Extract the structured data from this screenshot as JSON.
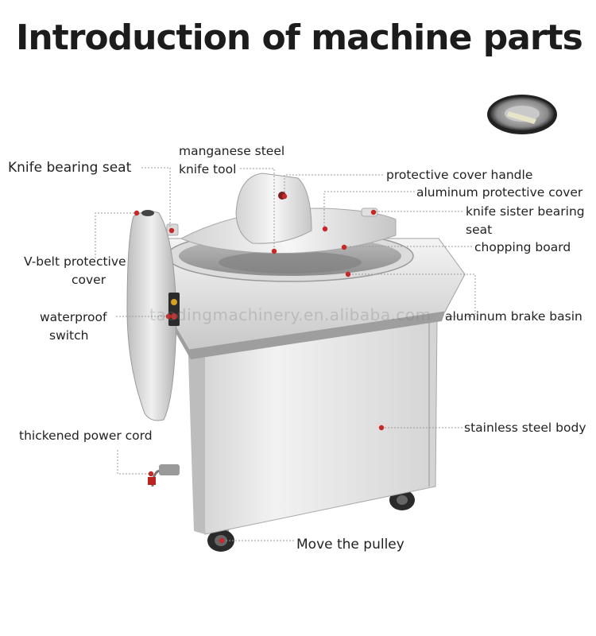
{
  "title": "Introduction of machine parts",
  "watermark": "taodingmachinery.en.alibaba.com",
  "colors": {
    "marker": "#c62828",
    "leader": "#9a9a9a",
    "steel_light": "#e9e9e9",
    "steel_dark": "#a9a9a9"
  },
  "labels": {
    "knife_bearing_seat": "Knife bearing seat",
    "manganese_steel_knife_tool_1": "manganese steel",
    "manganese_steel_knife_tool_2": "knife tool",
    "protective_cover_handle": "protective cover handle",
    "aluminum_protective_cover": "aluminum protective cover",
    "knife_sister_bearing_seat_1": "knife sister bearing",
    "knife_sister_bearing_seat_2": "seat",
    "chopping_board": "chopping board",
    "v_belt_protective_cover_1": "V-belt protective",
    "v_belt_protective_cover_2": "cover",
    "waterproof_switch_1": "waterproof",
    "waterproof_switch_2": "switch",
    "aluminum_brake_basin": "aluminum brake basin",
    "stainless_steel_body": "stainless steel body",
    "thickened_power_cord": "thickened power cord",
    "move_the_pulley": "Move the pulley"
  }
}
